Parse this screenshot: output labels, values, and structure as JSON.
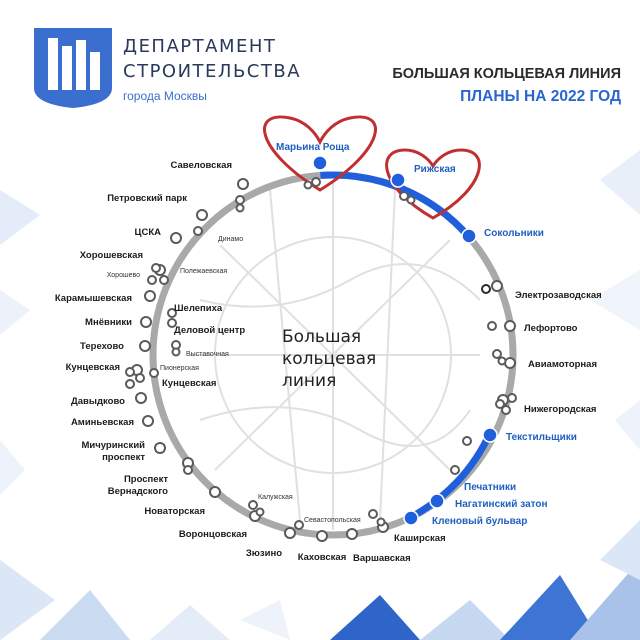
{
  "header": {
    "org_line1": "ДЕПАРТАМЕНТ",
    "org_line2": "СТРОИТЕЛЬСТВА",
    "org_city": "города Москвы",
    "title": "БОЛЬШАЯ КОЛЬЦЕВАЯ ЛИНИЯ",
    "subtitle": "ПЛАНЫ НА 2022 ГОД"
  },
  "map": {
    "center_lines": [
      "Большая",
      "кольцевая",
      "линия"
    ],
    "colors": {
      "ring": "#a9a9a9",
      "planned": "#1f5fdc",
      "heart": "#c03030",
      "background_lines": "#e2e2e2"
    },
    "stations_left": {
      "savelovskaya": "Савеловская",
      "petrovsky_park": "Петровский парк",
      "cska": "ЦСКА",
      "dinamo": "Динамо",
      "khoroshevskaya": "Хорошевская",
      "khoroshevo": "Хорошево",
      "polezhaevskaya": "Полежаевская",
      "karamyshevskaya": "Карамышевская",
      "shelepikha": "Шелепиха",
      "mnevniki": "Мнёвники",
      "delovoy_tsentr": "Деловой центр",
      "terekhovo": "Терехово",
      "vystavochnaya": "Выставочная",
      "kuntsevskaya_left": "Кунцевская",
      "pionerskaya": "Пионерская",
      "kuntsevskaya_right": "Кунцевская",
      "davydkovo": "Давыдково",
      "aminyevskaya": "Аминьевская",
      "michurinsky_1": "Мичуринский",
      "michurinsky_2": "проспект",
      "vernadskogo_1": "Проспект",
      "vernadskogo_2": "Вернадского",
      "novatorskaya": "Новаторская",
      "vorontsovskaya": "Воронцовская",
      "kaluzhskaya": "Калужская",
      "zyuzino": "Зюзино",
      "sevastopolskaya": "Севастопольская",
      "kakhovskaya": "Каховская",
      "varshavskaya": "Варшавская",
      "kashirskaya": "Каширская"
    },
    "stations_right": {
      "elektrozavodskaya": "Электрозаводская",
      "lefortovo": "Лефортово",
      "aviamotornaya": "Авиамоторная",
      "nizhegorodskaya": "Нижегородская"
    },
    "stations_planned": {
      "marina_roshcha": "Марьина Роща",
      "rizhskaya": "Рижская",
      "sokolniki": "Сокольники",
      "tekstilshchiki": "Текстильщики",
      "pechatniki": "Печатники",
      "nagatinsky_zaton": "Нагатинский затон",
      "klenovy_bulvar": "Кленовый бульвар"
    }
  }
}
